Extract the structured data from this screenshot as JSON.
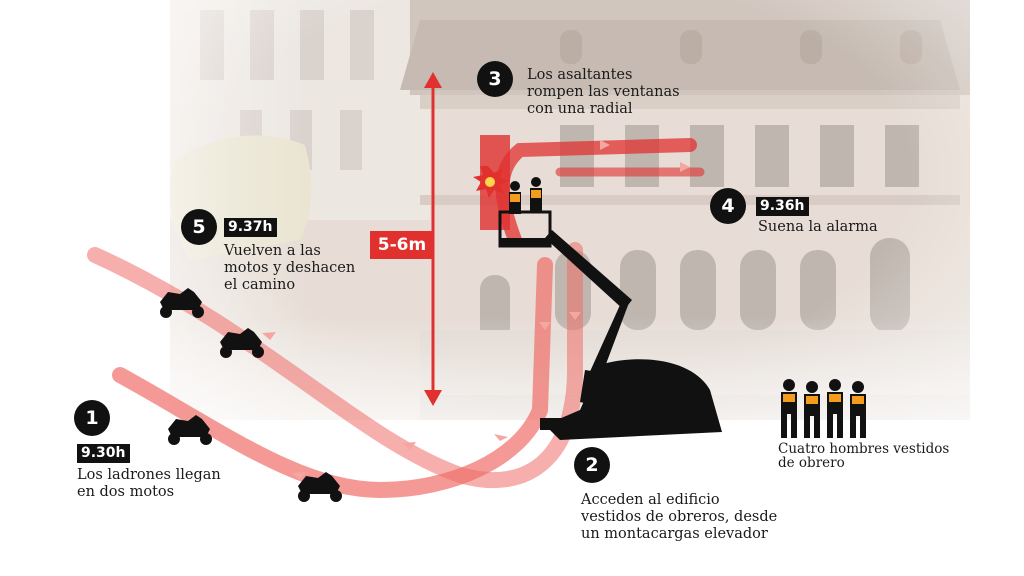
{
  "colors": {
    "accent": "#e0312f",
    "route": "#ef6e68",
    "dark": "#111111",
    "vest": "#f39c1e"
  },
  "height": {
    "label": "5-6m"
  },
  "steps": [
    {
      "num": "1",
      "time": "9.30h",
      "text": "Los ladrones llegan\nen dos motos"
    },
    {
      "num": "2",
      "text": "Acceden al edificio\nvestidos de obreros, desde\nun montacargas elevador"
    },
    {
      "num": "3",
      "text": "Los asaltantes\nrompen las ventanas\ncon una radial"
    },
    {
      "num": "4",
      "time": "9.36h",
      "text": "Suena la alarma"
    },
    {
      "num": "5",
      "time": "9.37h",
      "text": "Vuelven a las\nmotos y deshacen\nel camino"
    }
  ],
  "workers": {
    "text": "Cuatro hombres vestidos\nde obrero",
    "count": 4
  },
  "icons": [
    "motorcycle-icon",
    "lift-icon",
    "worker-icon",
    "explosion-icon"
  ]
}
